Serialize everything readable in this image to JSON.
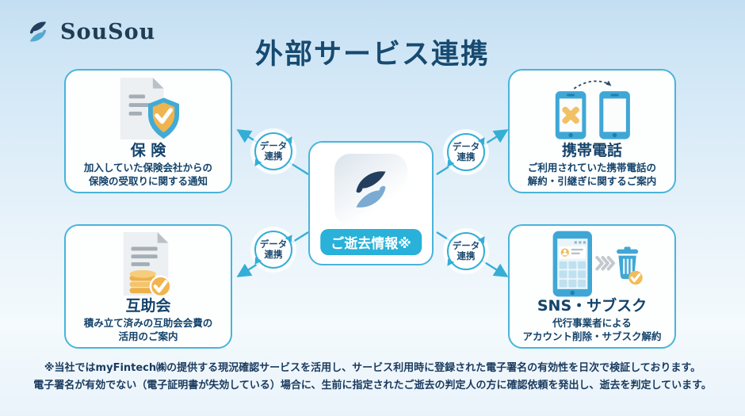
{
  "brand": {
    "name": "SouSou"
  },
  "title": "外部サービス連携",
  "center": {
    "badge": "ご逝去情報※",
    "icon": "sousou-app-icon"
  },
  "link_label": {
    "line1": "データ",
    "line2": "連携"
  },
  "cards": [
    {
      "id": "insurance",
      "title": "保 険",
      "desc1": "加入していた保険会社からの",
      "desc2": "保険の受取りに関する通知",
      "icon": "document-shield-check-icon"
    },
    {
      "id": "mobile-phone",
      "title": "携帯電話",
      "desc1": "ご利用されていた携帯電話の",
      "desc2": "解約・引継ぎに関するご案内",
      "icon": "phone-transfer-icon"
    },
    {
      "id": "mutual-aid",
      "title": "互助会",
      "desc1": "積み立て済みの互助会会費の",
      "desc2": "活用のご案内",
      "icon": "document-coins-check-icon"
    },
    {
      "id": "sns-subscription",
      "title": "SNS・サブスク",
      "desc1": "代行事業者による",
      "desc2": "アカウント削除・サブスク解約",
      "icon": "phone-trash-check-icon"
    }
  ],
  "footnote": {
    "line1": "※当社ではmyFintech㈱の提供する現況確認サービスを活用し、サービス利用時に登録された電子署名の有効性を日次で検証しております。",
    "line2": "電子署名が有効でない（電子証明書が失効している）場合に、生前に指定されたご逝去の判定人の方に確認依頼を発出し、逝去を判定しています。"
  },
  "colors": {
    "accent_cyan": "#35aed6",
    "card_border_cyan": "#49b4da",
    "badge_cyan": "#29b1d9",
    "navy_text": "#17456b",
    "logo_navy": "#1e3c52",
    "hand_dark": "#243e5e",
    "hand_light": "#7babd2",
    "orange": "#f0b44f",
    "icon_blue": "#3fa7d6",
    "doc_gray": "#ecf0f2",
    "line_gray": "#a6aeb5"
  }
}
